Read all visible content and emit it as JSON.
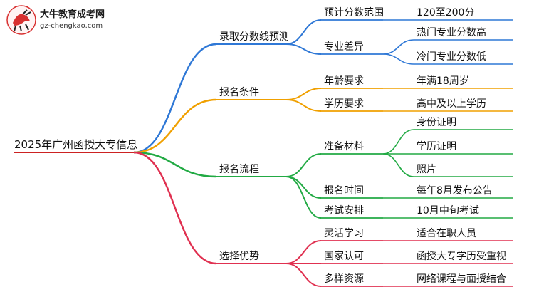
{
  "logo": {
    "title": "大牛教育成考网",
    "url": "gz-chengkao.com",
    "icon": "running-bull-logo-icon"
  },
  "root": {
    "label": "2025年广州函授大专信息"
  },
  "colors": {
    "root_line": "#cc2222",
    "blue": "#2f78d6",
    "orange": "#f0a000",
    "green": "#22aa44",
    "red": "#e03050",
    "text": "#111111"
  },
  "branches": [
    {
      "label": "录取分数线预测",
      "color": "blue",
      "children": [
        {
          "label": "预计分数范围",
          "children": [
            {
              "label": "120至200分"
            }
          ]
        },
        {
          "label": "专业差异",
          "children": [
            {
              "label": "热门专业分数高"
            },
            {
              "label": "冷门专业分数低"
            }
          ]
        }
      ]
    },
    {
      "label": "报名条件",
      "color": "orange",
      "children": [
        {
          "label": "年龄要求",
          "children": [
            {
              "label": "年满18周岁"
            }
          ]
        },
        {
          "label": "学历要求",
          "children": [
            {
              "label": "高中及以上学历"
            }
          ]
        }
      ]
    },
    {
      "label": "报名流程",
      "color": "green",
      "children": [
        {
          "label": "准备材料",
          "children": [
            {
              "label": "身份证明"
            },
            {
              "label": "学历证明"
            },
            {
              "label": "照片"
            }
          ]
        },
        {
          "label": "报名时间",
          "children": [
            {
              "label": "每年8月发布公告"
            }
          ]
        },
        {
          "label": "考试安排",
          "children": [
            {
              "label": "10月中旬考试"
            }
          ]
        }
      ]
    },
    {
      "label": "选择优势",
      "color": "red",
      "children": [
        {
          "label": "灵活学习",
          "children": [
            {
              "label": "适合在职人员"
            }
          ]
        },
        {
          "label": "国家认可",
          "children": [
            {
              "label": "函授大专学历受重视"
            }
          ]
        },
        {
          "label": "多样资源",
          "children": [
            {
              "label": "网络课程与面授结合"
            }
          ]
        }
      ]
    }
  ]
}
